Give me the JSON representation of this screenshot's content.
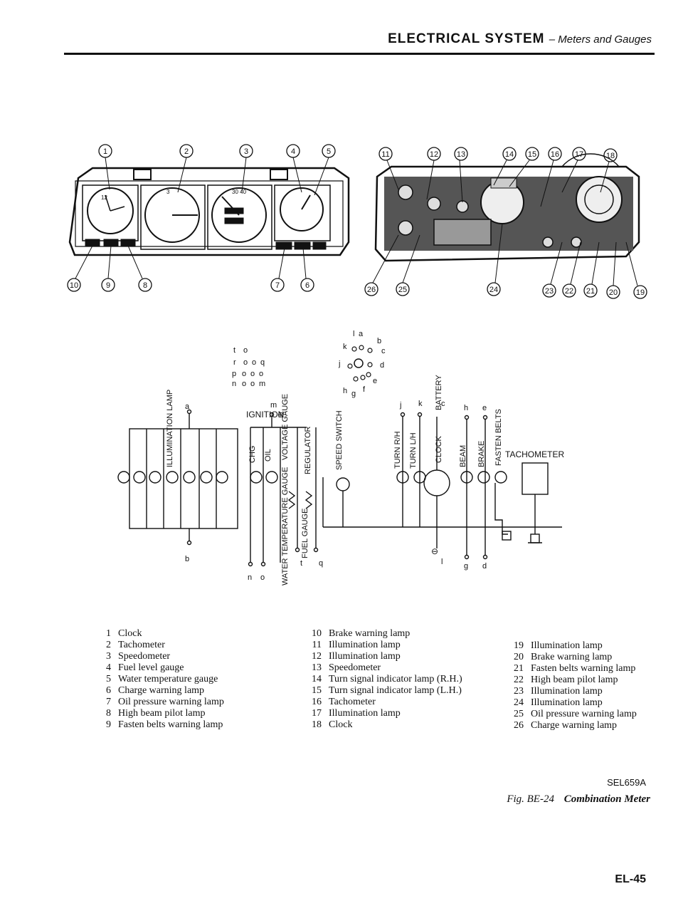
{
  "header": {
    "title": "ELECTRICAL SYSTEM",
    "subtitle": "– Meters and Gauges"
  },
  "figure": {
    "front_callouts_top": [
      "1",
      "2",
      "3",
      "4",
      "5"
    ],
    "front_callouts_bottom": [
      "10",
      "9",
      "8",
      "7",
      "6"
    ],
    "back_callouts_top": [
      "11",
      "12",
      "13",
      "14",
      "15",
      "16",
      "17",
      "18"
    ],
    "back_callouts_bottom": [
      "26",
      "25",
      "24",
      "23",
      "22",
      "21",
      "20",
      "19"
    ],
    "connector_left": {
      "row1": [
        "t",
        "o"
      ],
      "row2": [
        "r",
        "o",
        "o",
        "q"
      ],
      "row3": [
        "p",
        "o",
        "o",
        "o"
      ],
      "row4": [
        "n",
        "o",
        "o",
        "m"
      ]
    },
    "connector_right": [
      "l",
      "a",
      "b",
      "k",
      "c",
      "j",
      "d",
      "e",
      "h",
      "g",
      "f"
    ],
    "labels": {
      "illumination": "ILLUMINATION LAMP",
      "ignition": "IGNITION",
      "chg": "CHG",
      "oil": "OIL",
      "voltage_gauge": "VOLTAGE GAUGE",
      "regulator": "REGULATOR",
      "water_temp_gauge": "WATER TEMPERATURE GAUGE",
      "fuel_gauge": "FUEL GAUGE",
      "speed_switch": "SPEED SWITCH",
      "turn_rh": "TURN R/H",
      "turn_lh": "TURN L/H",
      "clock": "CLOCK",
      "battery": "BATTERY",
      "beam": "BEAM",
      "brake": "BRAKE",
      "fasten_belts": "FASTEN BELTS",
      "tachometer": "TACHOMETER"
    },
    "terminal_letters": {
      "illum_top": "a",
      "illum_bottom": "b",
      "ign_top": "m",
      "bottom_n": "n",
      "bottom_o": "o",
      "bottom_t": "t",
      "bottom_q": "q",
      "clock_j": "j",
      "clock_k": "k",
      "battery_c": "c",
      "beam_h": "h",
      "brake_e": "e",
      "clock_l": "l",
      "beam_g": "g",
      "brake_d": "d"
    }
  },
  "legend": {
    "col1": [
      {
        "num": "1",
        "text": "Clock"
      },
      {
        "num": "2",
        "text": "Tachometer"
      },
      {
        "num": "3",
        "text": "Speedometer"
      },
      {
        "num": "4",
        "text": "Fuel level gauge"
      },
      {
        "num": "5",
        "text": "Water temperature gauge"
      },
      {
        "num": "6",
        "text": "Charge warning lamp"
      },
      {
        "num": "7",
        "text": "Oil pressure warning lamp"
      },
      {
        "num": "8",
        "text": "High beam pilot lamp"
      },
      {
        "num": "9",
        "text": "Fasten belts warning lamp"
      }
    ],
    "col2": [
      {
        "num": "10",
        "text": "Brake warning lamp"
      },
      {
        "num": "11",
        "text": "Illumination lamp"
      },
      {
        "num": "12",
        "text": "Illumination lamp"
      },
      {
        "num": "13",
        "text": "Speedometer"
      },
      {
        "num": "14",
        "text": "Turn signal indicator lamp (R.H.)"
      },
      {
        "num": "15",
        "text": "Turn signal indicator lamp (L.H.)"
      },
      {
        "num": "16",
        "text": "Tachometer"
      },
      {
        "num": "17",
        "text": "Illumination lamp"
      },
      {
        "num": "18",
        "text": "Clock"
      }
    ],
    "col3": [
      {
        "num": "19",
        "text": "Illumination lamp"
      },
      {
        "num": "20",
        "text": "Brake warning lamp"
      },
      {
        "num": "21",
        "text": "Fasten belts warning lamp"
      },
      {
        "num": "22",
        "text": "High beam pilot lamp"
      },
      {
        "num": "23",
        "text": "Illumination lamp"
      },
      {
        "num": "24",
        "text": "Illumination lamp"
      },
      {
        "num": "25",
        "text": "Oil pressure warning lamp"
      },
      {
        "num": "26",
        "text": "Charge warning lamp"
      }
    ]
  },
  "ref_code": "SEL659A",
  "caption": {
    "fig": "Fig. BE-24",
    "title": "Combination Meter"
  },
  "page_number": "EL-45"
}
